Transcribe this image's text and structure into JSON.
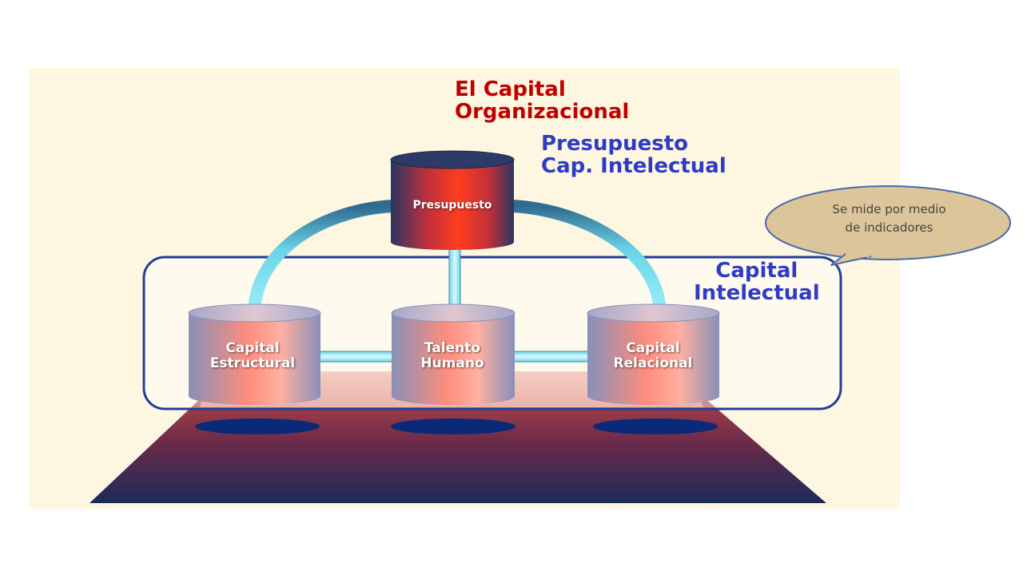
{
  "title": {
    "line1": "El Capital",
    "line2": "Organizacional"
  },
  "subtitle": {
    "line1": "Presupuesto",
    "line2": "Cap. Intelectual"
  },
  "group_label": {
    "line1": "Capital",
    "line2": "Intelectual"
  },
  "nodes": {
    "presupuesto": "Presupuesto",
    "estructural": {
      "line1": "Capital",
      "line2": "Estructural"
    },
    "talento": {
      "line1": "Talento",
      "line2": "Humano"
    },
    "relacional": {
      "line1": "Capital",
      "line2": "Relacional"
    }
  },
  "callout": {
    "line1": "Se mide por medio",
    "line2": "de indicadores"
  },
  "colors": {
    "panel_bg": "#fdf6e0",
    "title_red": "#c00000",
    "title_blue": "#2e3bc6",
    "group_border": "#1f3f9a",
    "callout_fill": "#dcc59a",
    "callout_border": "#4a6ba8",
    "connector": "#7ee0f0",
    "cylinder_red": "#ff3c1e",
    "cylinder_dark": "#25355f",
    "floor_top": "#c8403a",
    "floor_bottom": "#1c2a5a"
  }
}
